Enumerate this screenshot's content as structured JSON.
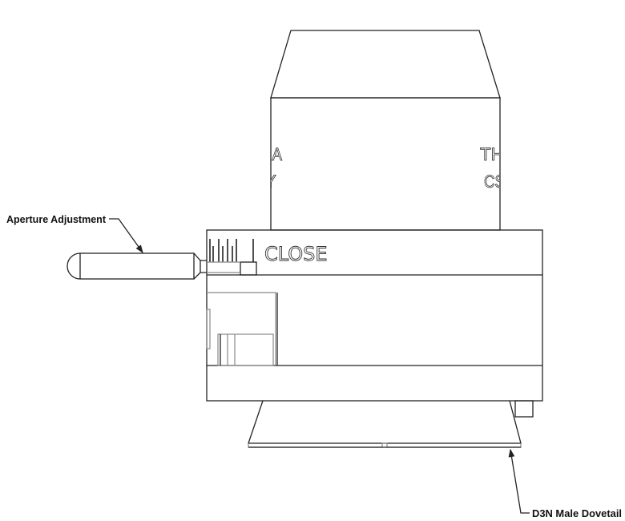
{
  "labels": {
    "aperture": "Aperture Adjustment",
    "dovetail": "D3N Male Dovetail",
    "scale_text": "CLOSE"
  },
  "fragments": {
    "left_line1": "NA",
    "left_line2": "Y",
    "right_line1": "TH",
    "right_line2": "CS"
  }
}
